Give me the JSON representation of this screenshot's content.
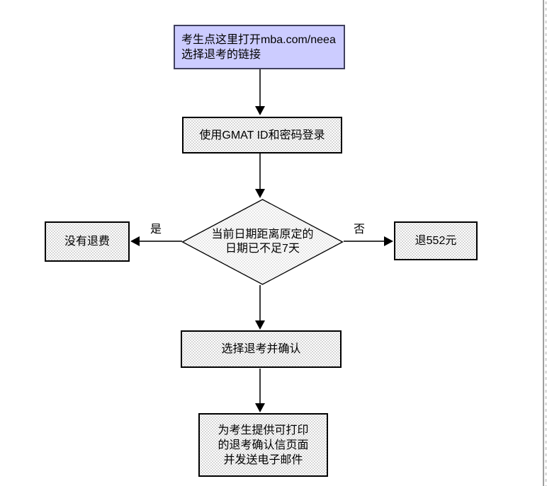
{
  "canvas": {
    "background": "#ffffff",
    "right_border_color": "#9f9f9f",
    "right_dash_color": "#dcdcdc",
    "connector_color": "#3a3a3a",
    "arrowhead_color": "#000000"
  },
  "flowchart": {
    "nodes": {
      "open_link": {
        "lines": [
          "考生点这里打开mba.com/neea",
          "选择退考的链接"
        ],
        "fill": "#ccccff"
      },
      "login": {
        "label": "使用GMAT ID和密码登录"
      },
      "decision": {
        "lines": [
          "当前日期距离原定的",
          "日期已不足7天"
        ]
      },
      "no_refund": {
        "label": "没有退费"
      },
      "refund": {
        "label": "退552元"
      },
      "confirm_cancel": {
        "label": "选择退考并确认"
      },
      "confirmation_page": {
        "lines": [
          "为考生提供可打印",
          "的退考确认信页面",
          "并发送电子邮件"
        ]
      }
    },
    "edge_labels": {
      "yes": "是",
      "no": "否"
    }
  }
}
